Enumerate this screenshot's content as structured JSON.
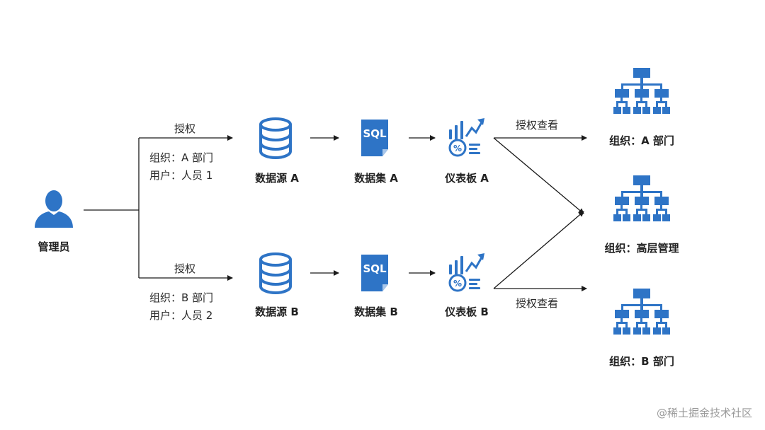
{
  "colors": {
    "icon_blue": "#2E74C6",
    "line": "#1a1a1a"
  },
  "admin": {
    "label": "管理员",
    "icon": "person-icon"
  },
  "branch_a": {
    "grant_label": "授权",
    "org_line": "组织：A 部门",
    "user_line": "用户：人员 1",
    "datasource": {
      "label": "数据源 A",
      "icon": "database-icon"
    },
    "dataset": {
      "label": "数据集 A",
      "icon": "sql-file-icon",
      "icon_text": "SQL"
    },
    "dashboard": {
      "label": "仪表板 A",
      "icon": "dashboard-chart-icon",
      "icon_text": "%"
    },
    "view_label": "授权查看"
  },
  "branch_b": {
    "grant_label": "授权",
    "org_line": "组织：B 部门",
    "user_line": "用户：人员 2",
    "datasource": {
      "label": "数据源 B",
      "icon": "database-icon"
    },
    "dataset": {
      "label": "数据集 B",
      "icon": "sql-file-icon",
      "icon_text": "SQL"
    },
    "dashboard": {
      "label": "仪表板 B",
      "icon": "dashboard-chart-icon",
      "icon_text": "%"
    },
    "view_label": "授权查看"
  },
  "orgs": {
    "a": {
      "label": "组织：A 部门",
      "icon": "org-chart-icon"
    },
    "mgmt": {
      "label": "组织：高层管理",
      "icon": "org-chart-icon"
    },
    "b": {
      "label": "组织：B 部门",
      "icon": "org-chart-icon"
    }
  },
  "watermark": "@稀土掘金技术社区"
}
